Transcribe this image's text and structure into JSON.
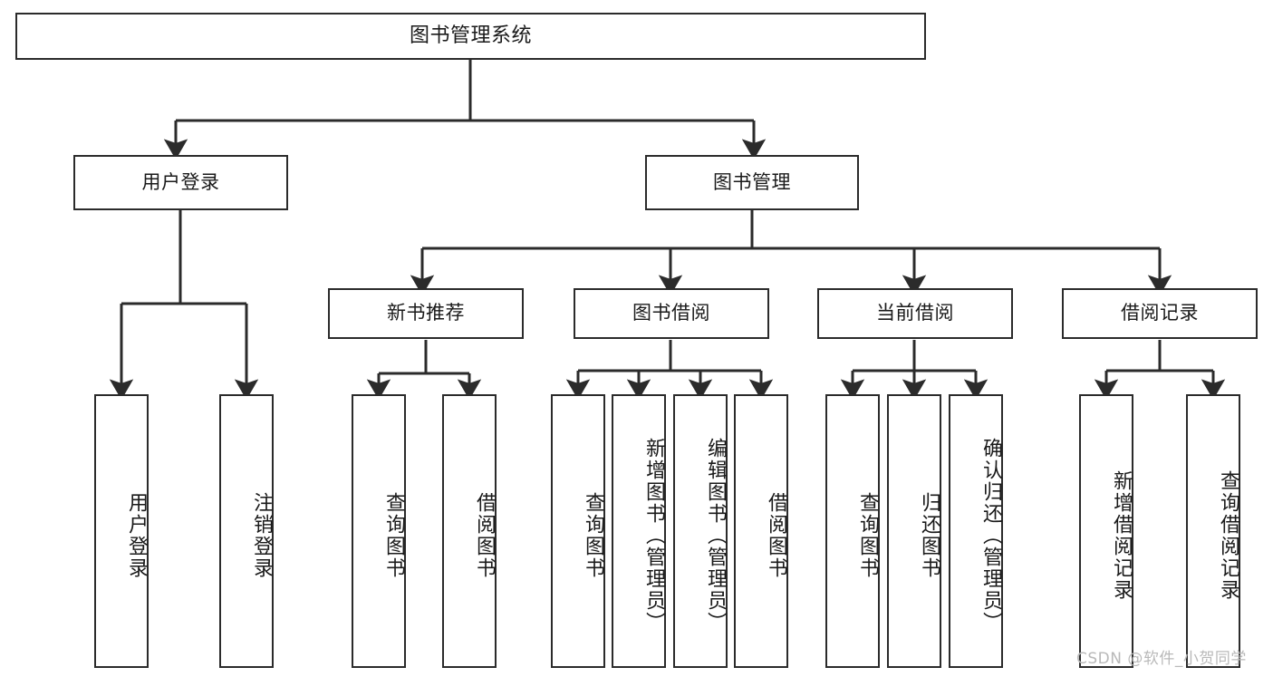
{
  "diagram": {
    "title": "图书管理系统",
    "type": "tree-hierarchy",
    "watermark": "CSDN @软件_小贺同学",
    "colors": {
      "stroke": "#2b2b2b",
      "fill": "#ffffff",
      "text": "#1a1a1a",
      "watermark": "#b9b9b9"
    },
    "nodes": {
      "root": {
        "label": "图书管理系统",
        "level": 1,
        "orientation": "horizontal"
      },
      "level2": [
        {
          "id": "user-login",
          "label": "用户登录",
          "orientation": "horizontal"
        },
        {
          "id": "book-management",
          "label": "图书管理",
          "orientation": "horizontal"
        }
      ],
      "level3": [
        {
          "id": "new-book-recommend",
          "label": "新书推荐",
          "orientation": "horizontal"
        },
        {
          "id": "book-borrow",
          "label": "图书借阅",
          "orientation": "horizontal"
        },
        {
          "id": "current-borrow",
          "label": "当前借阅",
          "orientation": "horizontal"
        },
        {
          "id": "borrow-record",
          "label": "借阅记录",
          "orientation": "horizontal"
        }
      ],
      "leaves": [
        {
          "id": "leaf-user-login",
          "parent": "user-login",
          "label": "用户登录",
          "orientation": "vertical"
        },
        {
          "id": "leaf-user-logout",
          "parent": "user-login",
          "label": "注销登录",
          "orientation": "vertical"
        },
        {
          "id": "leaf-query-book-1",
          "parent": "new-book-recommend",
          "label": "查询图书",
          "orientation": "vertical"
        },
        {
          "id": "leaf-borrow-book-1",
          "parent": "new-book-recommend",
          "label": "借阅图书",
          "orientation": "vertical"
        },
        {
          "id": "leaf-query-book-2",
          "parent": "book-borrow",
          "label": "查询图书",
          "orientation": "vertical"
        },
        {
          "id": "leaf-add-book",
          "parent": "book-borrow",
          "label": "新增图书（管理员）",
          "orientation": "vertical"
        },
        {
          "id": "leaf-edit-book",
          "parent": "book-borrow",
          "label": "编辑图书（管理员）",
          "orientation": "vertical"
        },
        {
          "id": "leaf-borrow-book-2",
          "parent": "book-borrow",
          "label": "借阅图书",
          "orientation": "vertical"
        },
        {
          "id": "leaf-query-book-3",
          "parent": "current-borrow",
          "label": "查询图书",
          "orientation": "vertical"
        },
        {
          "id": "leaf-return-book",
          "parent": "current-borrow",
          "label": "归还图书",
          "orientation": "vertical"
        },
        {
          "id": "leaf-confirm-return",
          "parent": "current-borrow",
          "label": "确认归还（管理员）",
          "orientation": "vertical"
        },
        {
          "id": "leaf-add-record",
          "parent": "borrow-record",
          "label": "新增借阅记录",
          "orientation": "vertical"
        },
        {
          "id": "leaf-query-record",
          "parent": "borrow-record",
          "label": "查询借阅记录",
          "orientation": "vertical"
        }
      ]
    }
  }
}
